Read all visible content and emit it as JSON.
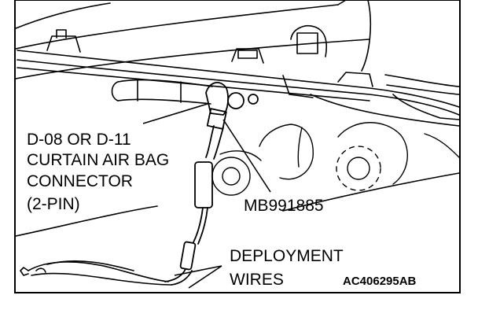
{
  "diagram": {
    "connector_label_lines": [
      "D-08 OR D-11",
      "CURTAIN AIR BAG",
      "CONNECTOR",
      "(2-PIN)"
    ],
    "tool_label": "MB991885",
    "wires_label_lines": [
      "DEPLOYMENT",
      "WIRES"
    ],
    "figure_code": "AC406295AB"
  }
}
